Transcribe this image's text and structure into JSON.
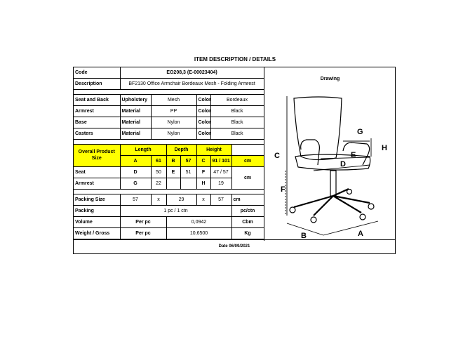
{
  "title": "ITEM DESCRIPTION / DETAILS",
  "code": {
    "label": "Code",
    "value": "EO208,3  (E-00023404)"
  },
  "description": {
    "label": "Description",
    "value": "BF2130 Office Armchair Bordeaux Mesh - Folding Armrest"
  },
  "drawing_label": "Drawing",
  "materials": [
    {
      "part": "Seat and Back",
      "mat_label": "Upholstery",
      "material": "Mesh",
      "color_label": "Color",
      "color": "Bordeaux"
    },
    {
      "part": "Armrest",
      "mat_label": "Material",
      "material": "PP",
      "color_label": "Color",
      "color": "Black"
    },
    {
      "part": "Base",
      "mat_label": "Material",
      "material": "Nylon",
      "color_label": "Color",
      "color": "Black"
    },
    {
      "part": "Casters",
      "mat_label": "Material",
      "material": "Nylon",
      "color_label": "Color",
      "color": "Black"
    }
  ],
  "overall": {
    "label": "Overall Product Size",
    "length_label": "Length",
    "depth_label": "Depth",
    "height_label": "Height",
    "a_key": "A",
    "a_val": "61",
    "b_key": "B",
    "b_val": "57",
    "c_key": "C",
    "c_val": "91 / 101",
    "unit": "cm"
  },
  "seat": {
    "label": "Seat",
    "d_key": "D",
    "d_val": "50",
    "e_key": "E",
    "e_val": "51",
    "f_key": "F",
    "f_val": "47 / 57"
  },
  "armrest_dims": {
    "label": "Armrest",
    "g_key": "G",
    "g_val": "22",
    "h_key": "H",
    "h_val": "19"
  },
  "dims_unit": "cm",
  "packing_size": {
    "label": "Packing Size",
    "l": "57",
    "x1": "x",
    "w": "29",
    "x2": "x",
    "h": "57",
    "unit": "cm"
  },
  "packing": {
    "label": "Packing",
    "value": "1 pc / 1 ctn",
    "unit": "pc/ctn"
  },
  "volume": {
    "label": "Volume",
    "per": "Per pc",
    "value": "0,0942",
    "unit": "Cbm"
  },
  "weight": {
    "label": "Weight / Gross",
    "per": "Per pc",
    "value": "10,6500",
    "unit": "Kg"
  },
  "date": "Date 06/09/2021",
  "drawing_letters": {
    "a": "A",
    "b": "B",
    "c": "C",
    "d": "D",
    "e": "E",
    "f": "F",
    "g": "G",
    "h": "H"
  }
}
